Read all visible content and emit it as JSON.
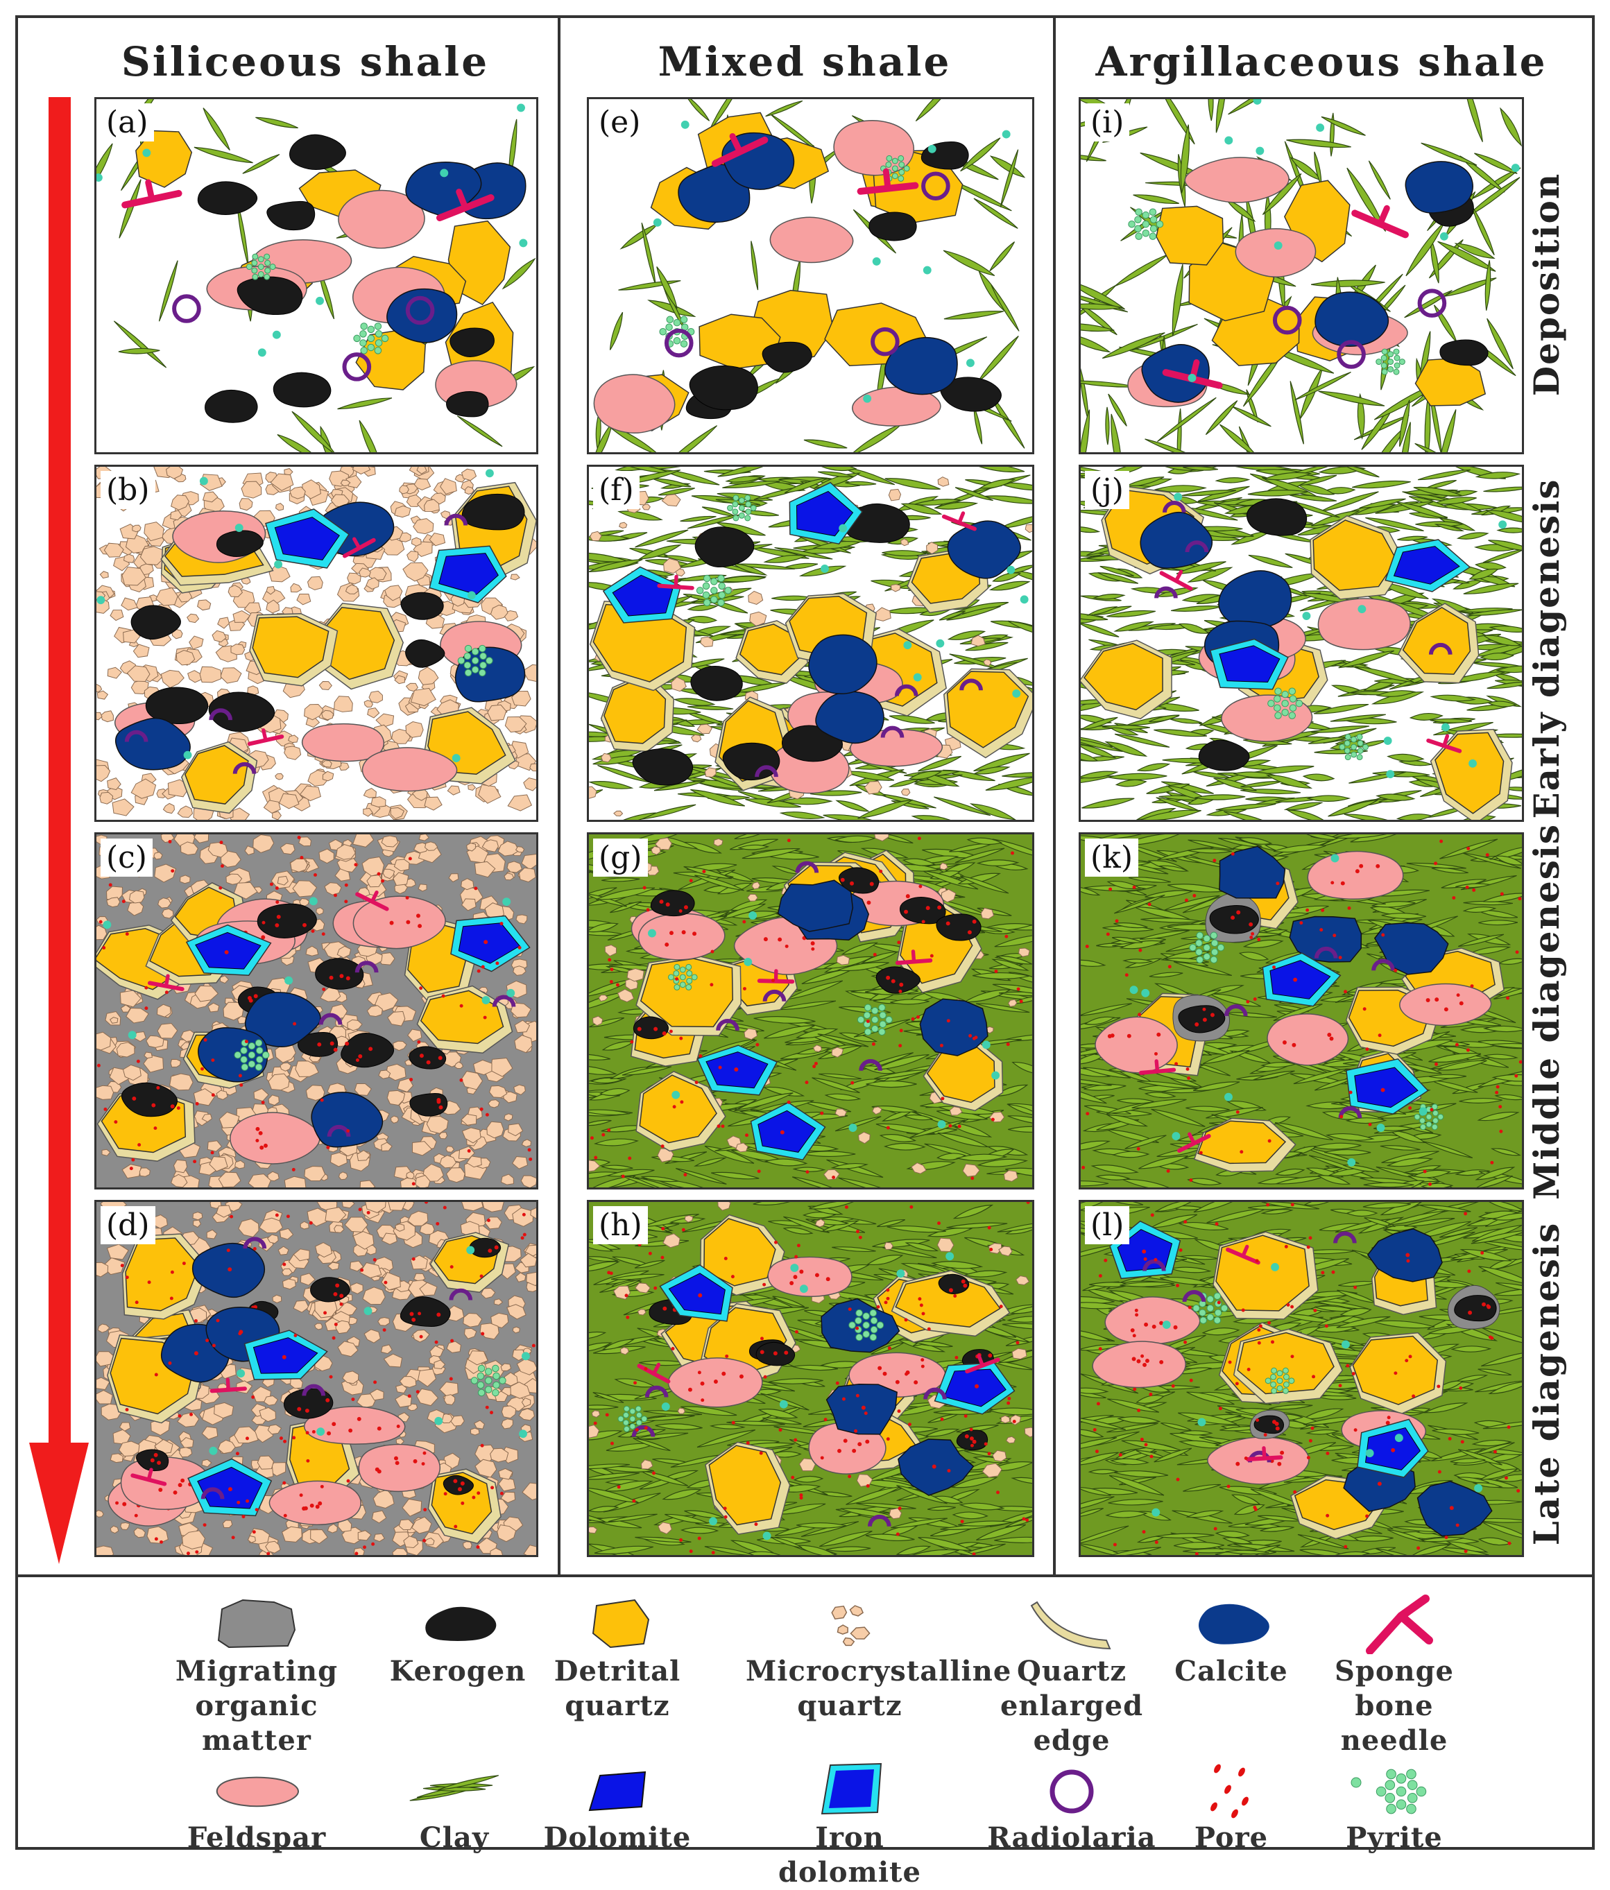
{
  "columns": [
    {
      "title": "Siliceous shale",
      "panels": [
        "(a)",
        "(b)",
        "(c)",
        "(d)"
      ]
    },
    {
      "title": "Mixed shale",
      "panels": [
        "(e)",
        "(f)",
        "(g)",
        "(h)"
      ]
    },
    {
      "title": "Argillaceous shale",
      "panels": [
        "(i)",
        "(j)",
        "(k)",
        "(l)"
      ]
    }
  ],
  "stages": [
    "Deposition",
    "Early diagenesis",
    "Middle diagenesis",
    "Late diagenesis"
  ],
  "legend": [
    {
      "lines": [
        "Migrating",
        "organic",
        "matter"
      ],
      "icon": "migrating-organic-matter-icon"
    },
    {
      "lines": [
        "Kerogen"
      ],
      "icon": "kerogen-icon"
    },
    {
      "lines": [
        "Detrital",
        "quartz"
      ],
      "icon": "detrital-quartz-icon"
    },
    {
      "lines": [
        "Microcrystalline",
        "quartz"
      ],
      "icon": "microcrystalline-quartz-icon"
    },
    {
      "lines": [
        "Quartz",
        "enlarged",
        "edge"
      ],
      "icon": "quartz-enlarged-edge-icon"
    },
    {
      "lines": [
        "Calcite"
      ],
      "icon": "calcite-icon"
    },
    {
      "lines": [
        "Sponge",
        "bone",
        "needle"
      ],
      "icon": "sponge-bone-needle-icon"
    },
    {
      "lines": [
        "Feldspar"
      ],
      "icon": "feldspar-icon"
    },
    {
      "lines": [
        "Clay"
      ],
      "icon": "clay-icon"
    },
    {
      "lines": [
        "Dolomite"
      ],
      "icon": "dolomite-icon"
    },
    {
      "lines": [
        "Iron dolomite"
      ],
      "icon": "iron-dolomite-icon"
    },
    {
      "lines": [
        "Radiolaria"
      ],
      "icon": "radiolaria-icon"
    },
    {
      "lines": [
        "Pore"
      ],
      "icon": "pore-icon"
    },
    {
      "lines": [
        "Pyrite"
      ],
      "icon": "pyrite-icon"
    }
  ],
  "colors": {
    "quartz": "#FDC10A",
    "feldspar": "#F7A0A0",
    "kerogen": "#1a1a1a",
    "calcite": "#0B3A8C",
    "dolomite": "#0A14E6",
    "iron_dolomite_rim": "#26E0F0",
    "clay": "#86B82A",
    "microquartz": "#F7CDA8",
    "migrating_om": "#8C8C8C",
    "sponge": "#E0115F",
    "radiolaria": "#6A1E8A",
    "pyrite": "#7EE0A0",
    "pore": "#E21010",
    "arrow": "#F01C1C",
    "enlarged_edge": "#E8DCA0"
  }
}
